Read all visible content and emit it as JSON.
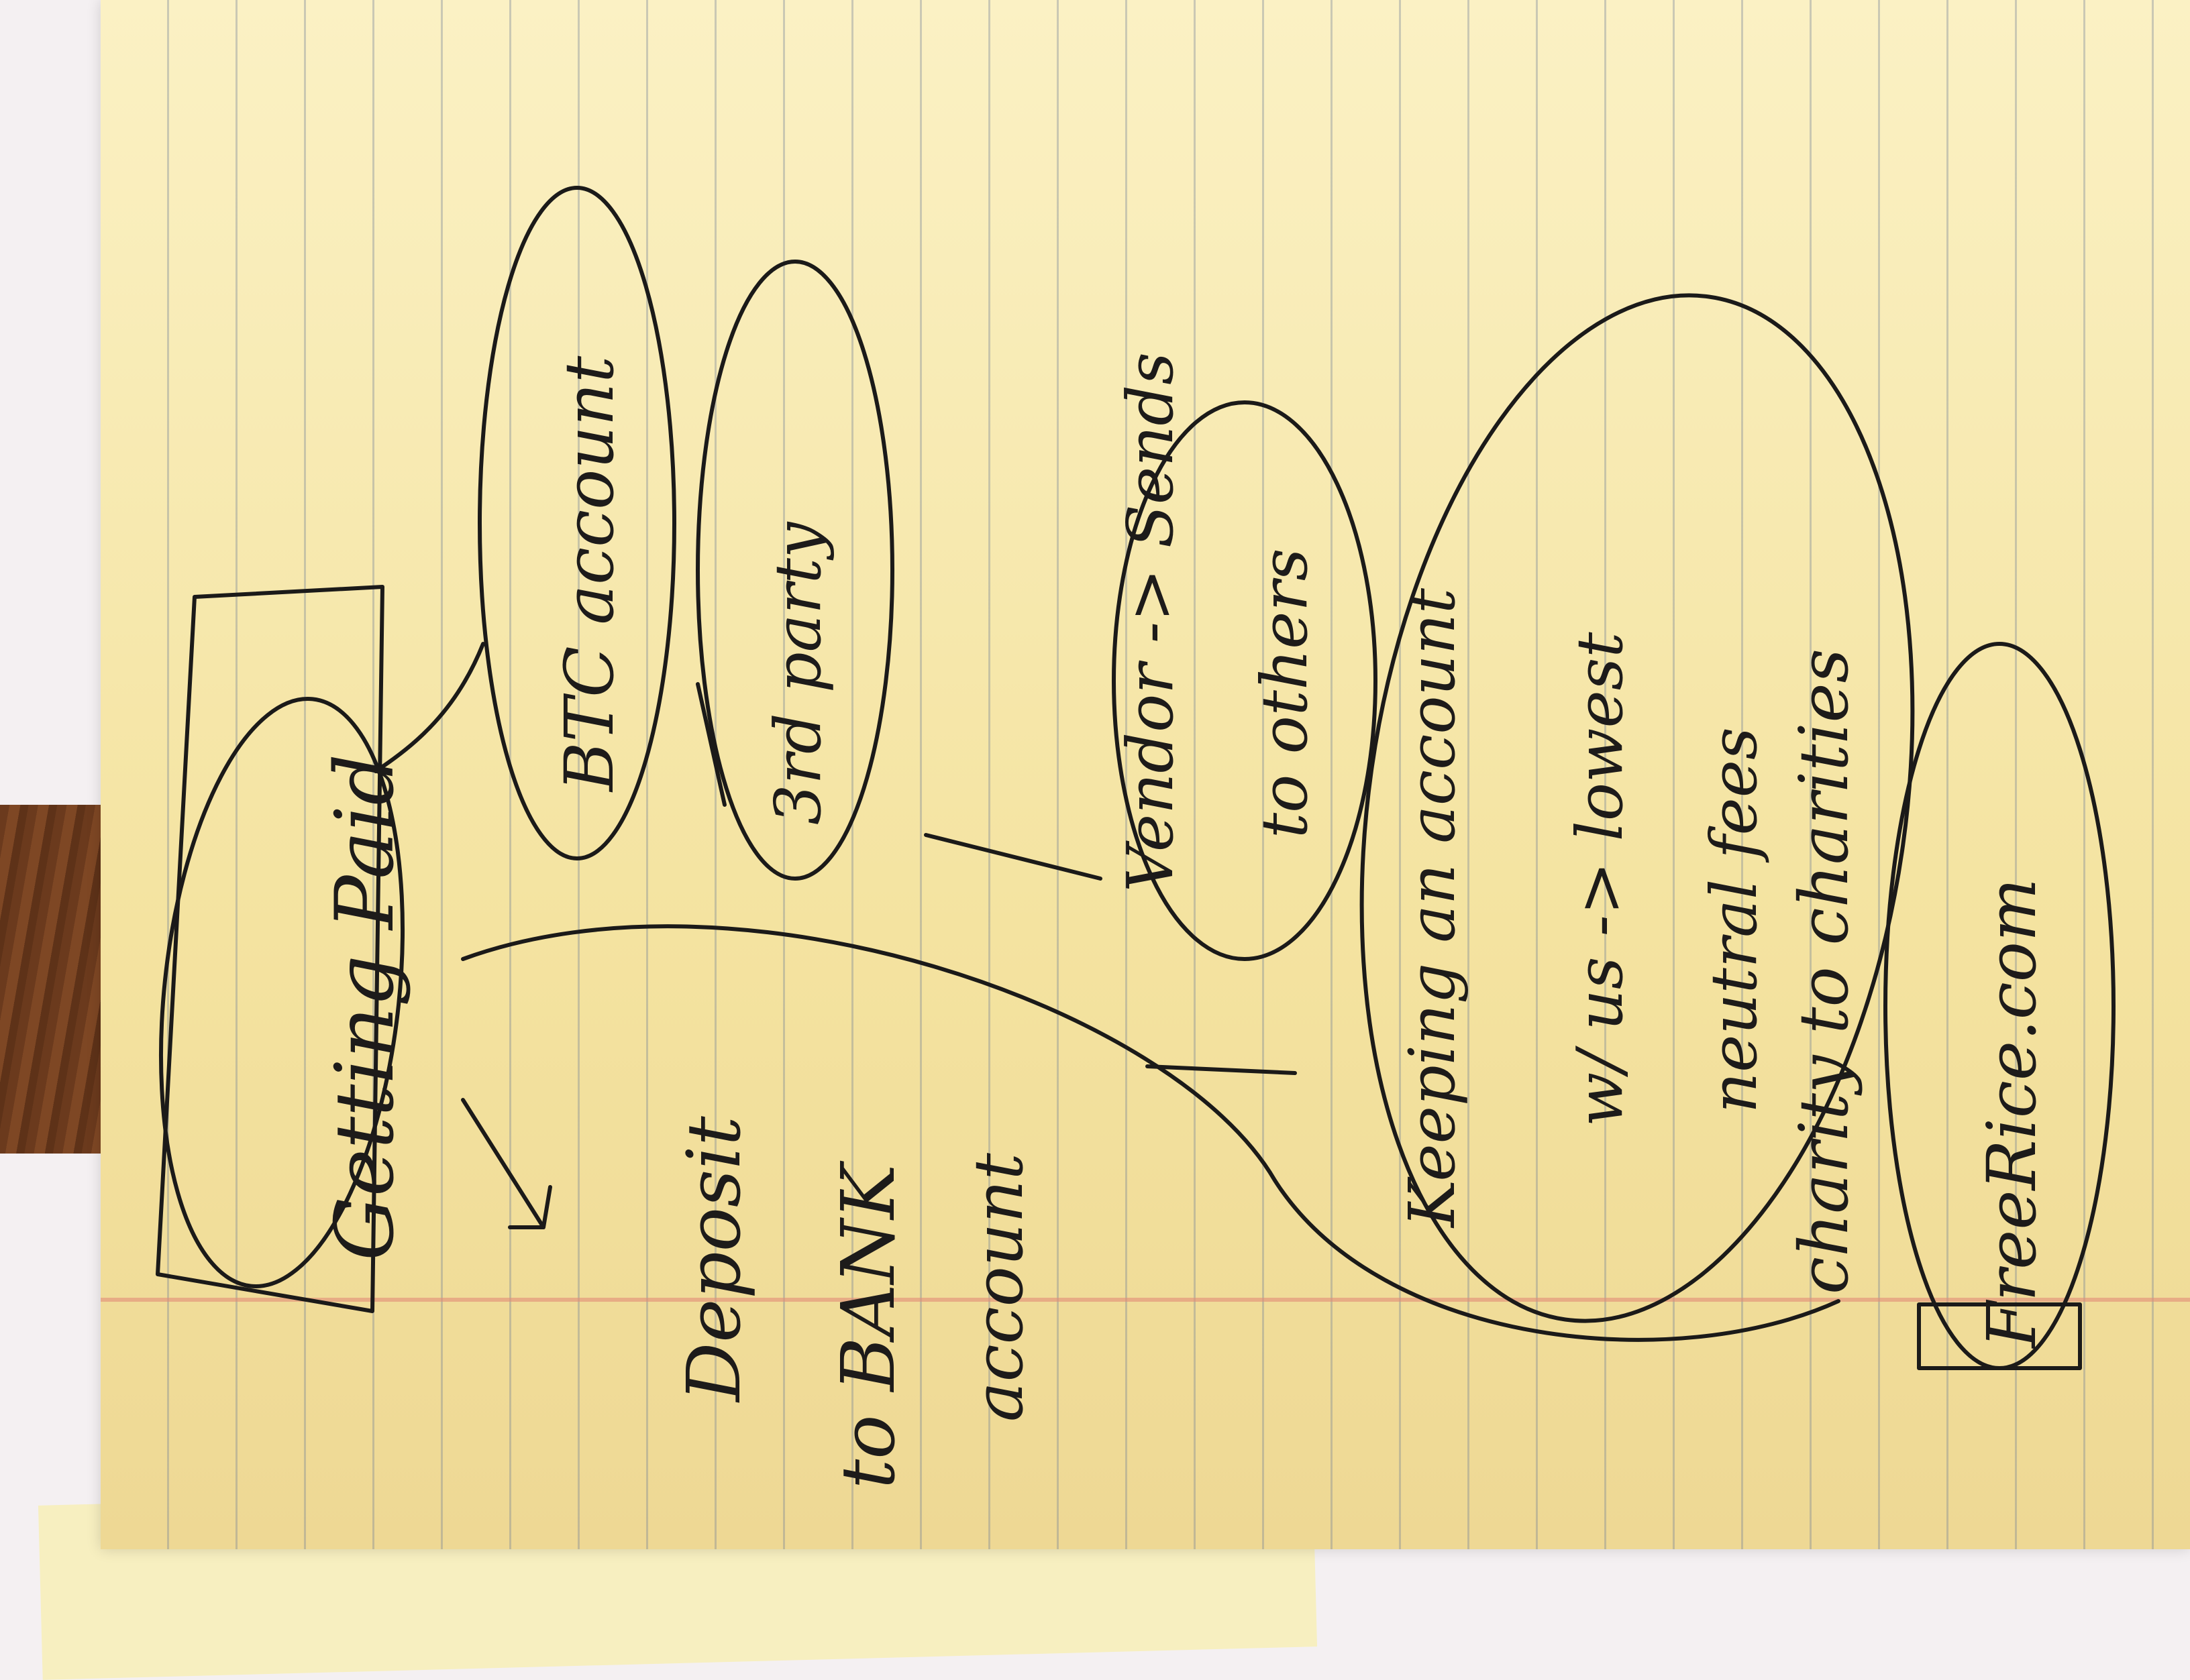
{
  "colors": {
    "paper": "#f5e7aa",
    "rule_line": "#6e7d96",
    "margin_line": "#e18c78",
    "ink": "#1b1a19",
    "wood": "#6b3a1d"
  },
  "notes": {
    "getting_paid": "Getting Paid",
    "btc_account": "BTC account",
    "third_party": "3rd party",
    "deposit": "Deposit",
    "to_bank": "to BANK",
    "bank_account": "account",
    "vendor_sends": "Vendor -> Sends",
    "to_others": "to others",
    "keeping_account": "Keeping an account",
    "lowest_fees": "w/ us -> lowest",
    "neutral_fees": "neutral fees",
    "charity": "charity to charities",
    "freerice": "FreeRice.com"
  }
}
